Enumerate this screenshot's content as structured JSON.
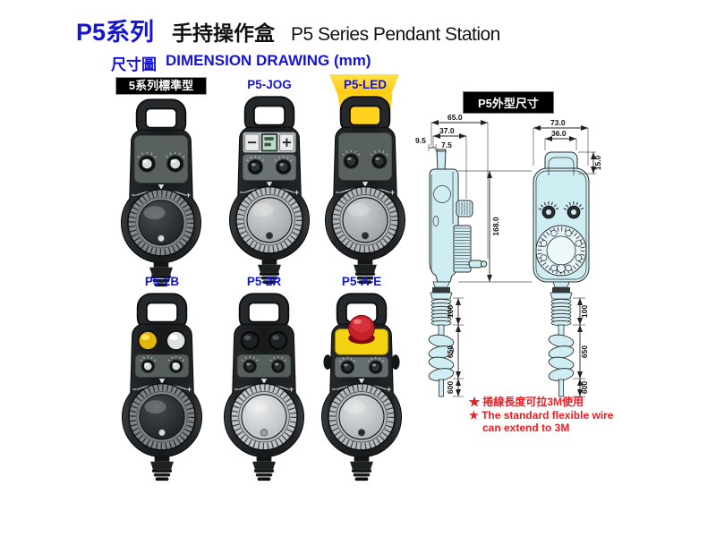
{
  "header": {
    "series": "P5系列",
    "title_zh": "手持操作盒",
    "title_en": "P5 Series Pendant Station",
    "subtitle_zh": "尺寸圖",
    "subtitle_en": "DIMENSION DRAWING (mm)"
  },
  "models": [
    {
      "label": "5系列標準型"
    },
    {
      "label": "P5-JOG"
    },
    {
      "label": "P5-LED"
    },
    {
      "label": "P5-2B"
    },
    {
      "label": "P5-2R"
    },
    {
      "label": "P5-A-E"
    }
  ],
  "dimension_panel": {
    "title": "P5外型尺寸",
    "side_view": {
      "overall_width": "65.0",
      "upper_width": "37.0",
      "left_offset": "9.5",
      "stem_width": "7.5",
      "body_height": "168.0"
    },
    "front_view": {
      "overall_width": "73.0",
      "handle_width": "36.0",
      "handle_height": "15.0"
    },
    "cable": {
      "spring_length": "100",
      "coil_length": "650",
      "tail_length": "600"
    },
    "notes": {
      "zh": "★ 捲線長度可拉3M使用",
      "en_line1": "★ The standard flexible wire",
      "en_line2": "can extend to 3M"
    }
  },
  "colors": {
    "accent_blue": "#1414d2",
    "note_red": "#ee1c24",
    "drawing_cyan": "#cfeef4",
    "led_yellow": "#ffd21e",
    "estop_red": "#c62128",
    "estop_panel_yellow": "#f2d211",
    "badge_black": "#000000"
  }
}
